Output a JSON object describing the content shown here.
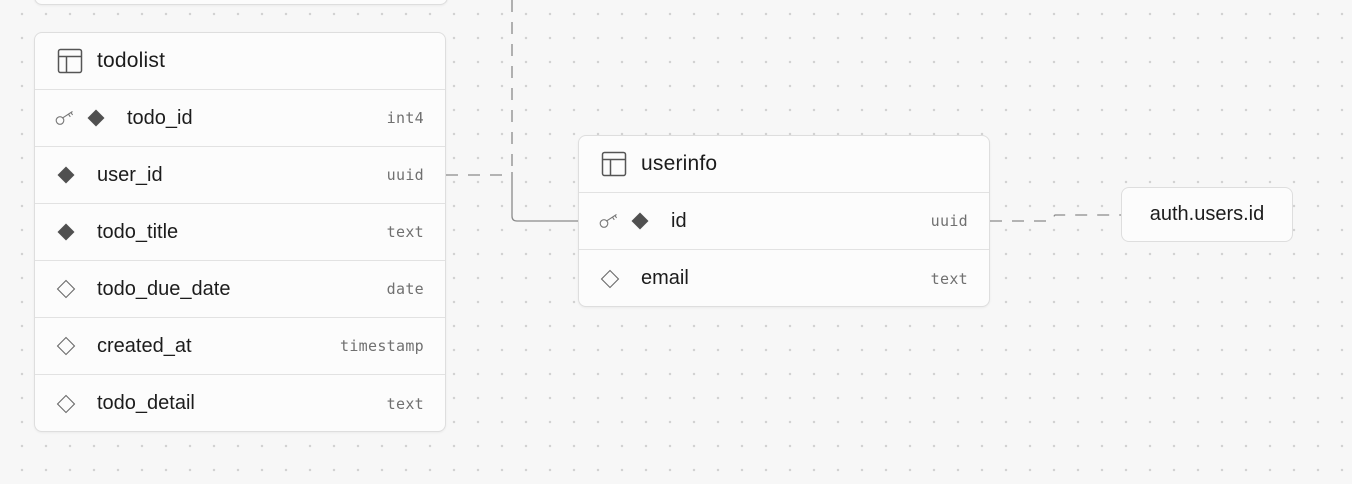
{
  "tables": {
    "todolist": {
      "name": "todolist",
      "columns": [
        {
          "name": "todo_id",
          "type": "int4",
          "primary_key": true,
          "nullable": false
        },
        {
          "name": "user_id",
          "type": "uuid",
          "primary_key": false,
          "nullable": false
        },
        {
          "name": "todo_title",
          "type": "text",
          "primary_key": false,
          "nullable": false
        },
        {
          "name": "todo_due_date",
          "type": "date",
          "primary_key": false,
          "nullable": true
        },
        {
          "name": "created_at",
          "type": "timestamp",
          "primary_key": false,
          "nullable": true
        },
        {
          "name": "todo_detail",
          "type": "text",
          "primary_key": false,
          "nullable": true
        }
      ]
    },
    "userinfo": {
      "name": "userinfo",
      "columns": [
        {
          "name": "id",
          "type": "uuid",
          "primary_key": true,
          "nullable": false
        },
        {
          "name": "email",
          "type": "text",
          "primary_key": false,
          "nullable": true
        }
      ]
    }
  },
  "external_ref": {
    "label": "auth.users.id"
  },
  "relations": [
    {
      "from": "todolist.user_id",
      "to": "userinfo.id"
    },
    {
      "from": "userinfo.id",
      "to": "auth.users.id"
    }
  ],
  "colors": {
    "canvas": "#f7f7f7",
    "dot": "#d2d2d2",
    "node_bg": "#fcfcfc",
    "border": "#dedede",
    "edge": "#8a8a8a",
    "diamond_filled": "#505050"
  },
  "icons": {
    "table": "table-icon",
    "primary_key": "key-icon",
    "not_null": "filled-diamond-icon",
    "nullable": "hollow-diamond-icon"
  }
}
